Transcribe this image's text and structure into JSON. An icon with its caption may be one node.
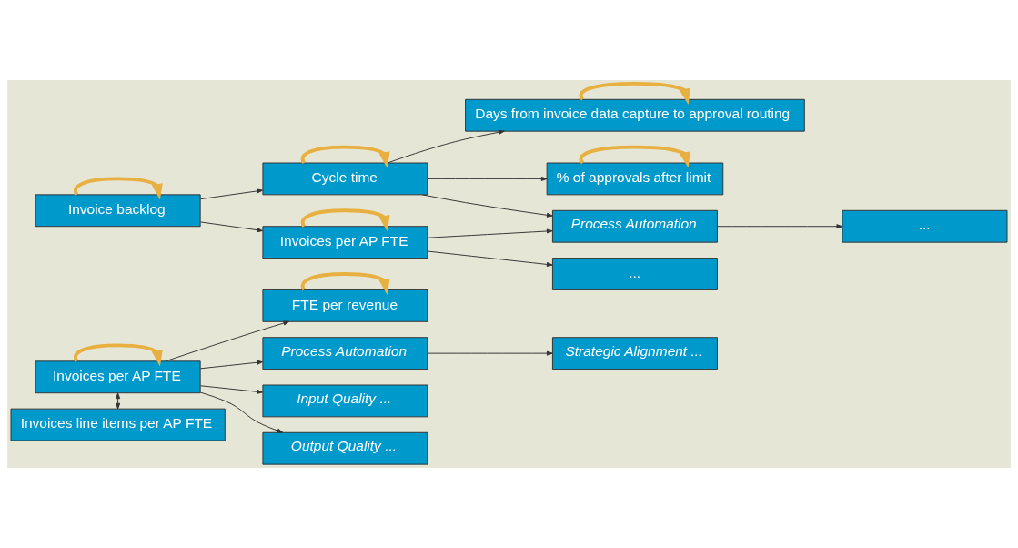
{
  "diagram": {
    "nodes": [
      {
        "text": [
          "Invoices per AP FTE"
        ]
      },
      {
        "text": [
          "FTE per revenue"
        ]
      },
      {
        "text": [
          "Invoices line items per AP FTE"
        ]
      },
      {
        "text": [
          "Process Automation"
        ]
      },
      {
        "text": [
          "Strategic Alignment ..."
        ]
      },
      {
        "text": [
          "Input Quality ..."
        ]
      },
      {
        "text": [
          "Output Quality ..."
        ]
      },
      {
        "text": [
          "Invoice backlog"
        ]
      },
      {
        "text": [
          "Cycle time"
        ]
      },
      {
        "text": [
          "Days from invoice data capture to approval routing"
        ]
      },
      {
        "text": [
          "% of approvals after limit"
        ]
      },
      {
        "text": [
          "Process Automation"
        ]
      },
      {
        "text": [
          "..."
        ]
      },
      {
        "text": [
          "Invoices per AP FTE"
        ]
      },
      {
        "text": [
          "..."
        ]
      }
    ],
    "edges": [
      {
        "from": 0,
        "to": 0,
        "arrow": "to",
        "style": "thick",
        "color": "#e8b040"
      },
      {
        "from": 1,
        "to": 1,
        "arrow": "to",
        "style": "thick",
        "color": "#e8b040"
      },
      {
        "from": 0,
        "to": 1,
        "arrow": "to"
      },
      {
        "from": 0,
        "to": 2,
        "arrow": "both"
      },
      {
        "from": 0,
        "to": 3,
        "arrow": "to"
      },
      {
        "from": 3,
        "to": 4,
        "arrow": "to"
      },
      {
        "from": 0,
        "to": 5,
        "arrow": "to"
      },
      {
        "from": 0,
        "to": 6,
        "arrow": "to"
      },
      {
        "from": 7,
        "to": 7,
        "arrow": "to",
        "style": "thick",
        "color": "#e8b040"
      },
      {
        "from": 8,
        "to": 8,
        "arrow": "to",
        "style": "thick",
        "color": "#e8b040"
      },
      {
        "from": 7,
        "to": 8,
        "arrow": "to"
      },
      {
        "from": 7,
        "to": 13,
        "arrow": "to"
      },
      {
        "from": 9,
        "to": 9,
        "arrow": "to",
        "style": "thick",
        "color": "#e8b040"
      },
      {
        "from": 10,
        "to": 10,
        "arrow": "to",
        "style": "thick",
        "color": "#e8b040"
      },
      {
        "from": 8,
        "to": 9,
        "arrow": "to"
      },
      {
        "from": 8,
        "to": 10,
        "arrow": "to"
      },
      {
        "from": 8,
        "to": 11,
        "arrow": "to"
      },
      {
        "from": 11,
        "to": 12,
        "arrow": "to"
      },
      {
        "from": 13,
        "to": 11,
        "arrow": "to"
      },
      {
        "from": 13,
        "to": 14,
        "arrow": "to"
      },
      {
        "from": 13,
        "to": 13,
        "arrow": "to",
        "style": "thick",
        "color": "#e8b040"
      }
    ]
  }
}
